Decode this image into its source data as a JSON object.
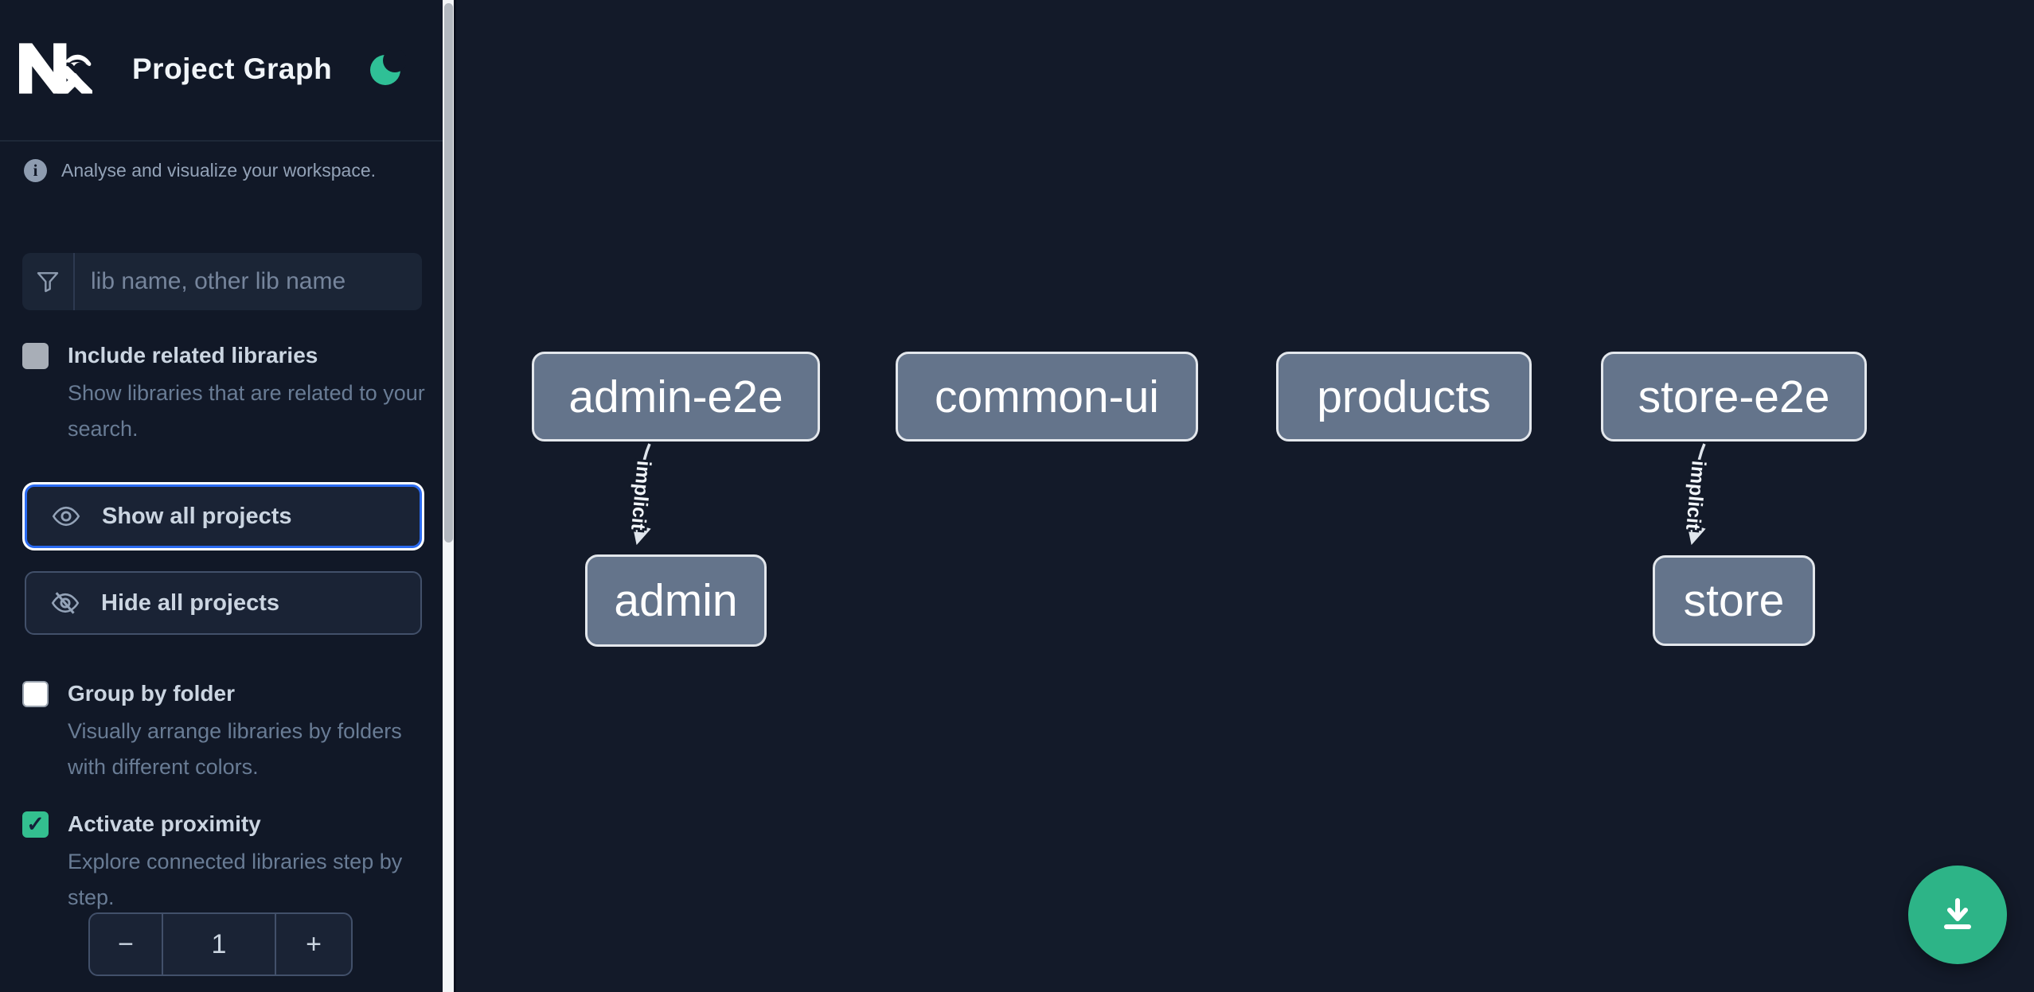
{
  "header": {
    "title": "Project Graph"
  },
  "intro": {
    "text": "Analyse and visualize your workspace."
  },
  "search": {
    "placeholder": "lib name, other lib name",
    "value": ""
  },
  "options": {
    "include_related": {
      "label": "Include related libraries",
      "description": "Show libraries that are related to your search.",
      "checked": false
    },
    "group_by_folder": {
      "label": "Group by folder",
      "description": "Visually arrange libraries by folders with different colors.",
      "checked": false
    },
    "activate_proximity": {
      "label": "Activate proximity",
      "description": "Explore connected libraries step by step.",
      "checked": true
    }
  },
  "actions": {
    "show_all_label": "Show all projects",
    "hide_all_label": "Hide all projects"
  },
  "proximity_stepper": {
    "decrement_label": "−",
    "value": "1",
    "increment_label": "+"
  },
  "graph": {
    "nodes": [
      {
        "label": "admin-e2e"
      },
      {
        "label": "common-ui"
      },
      {
        "label": "products"
      },
      {
        "label": "store-e2e"
      },
      {
        "label": "admin"
      },
      {
        "label": "store"
      }
    ],
    "edges": [
      {
        "from": "admin-e2e",
        "to": "admin",
        "label": "implicit"
      },
      {
        "from": "store-e2e",
        "to": "store",
        "label": "implicit"
      }
    ]
  },
  "colors": {
    "accent_blue": "#2a6af1",
    "brand_green": "#2db487",
    "node_fill": "#64748b",
    "node_border": "#e3e7ec",
    "sidebar_bg": "#111827",
    "canvas_bg": "#131a29"
  }
}
